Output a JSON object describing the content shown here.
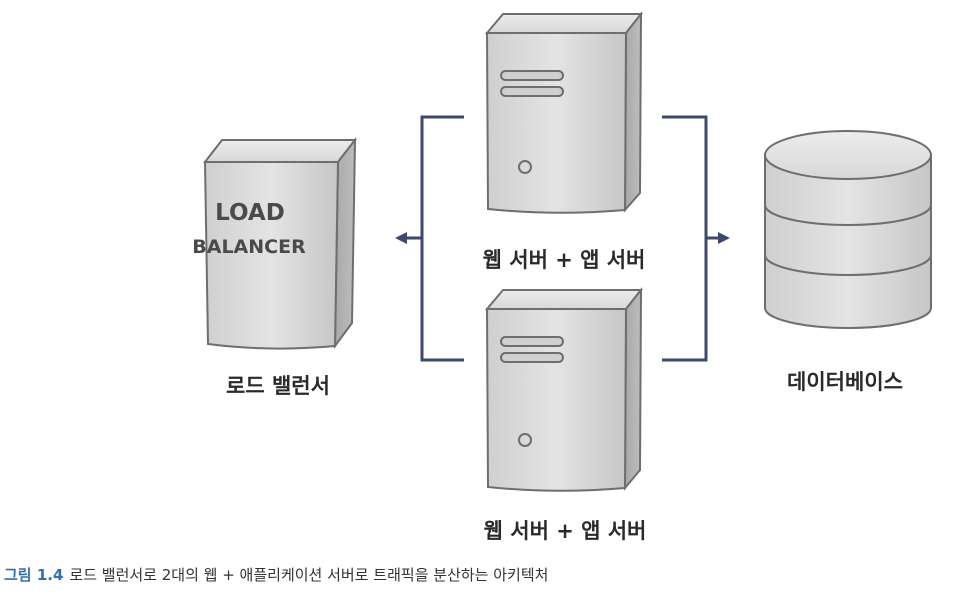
{
  "load_balancer": {
    "box_text_line1": "LOAD",
    "box_text_line2": "BALANCER",
    "label": "로드 밸런서"
  },
  "web_server_top": {
    "label": "웹 서버 + 앱 서버"
  },
  "web_server_bottom": {
    "label": "웹 서버 + 앱 서버"
  },
  "database": {
    "label": "데이터베이스"
  },
  "caption": {
    "number": "그림 1.4",
    "text": "로드 밸런서로 2대의 웹 + 애플리케이션 서버로 트래픽을 분산하는 아키텍처"
  },
  "colors": {
    "bracket": "#3d4a6b",
    "caption_accent": "#2f6fb5",
    "device_fill": "#d4d4d4",
    "device_stroke": "#6e6e6e"
  }
}
